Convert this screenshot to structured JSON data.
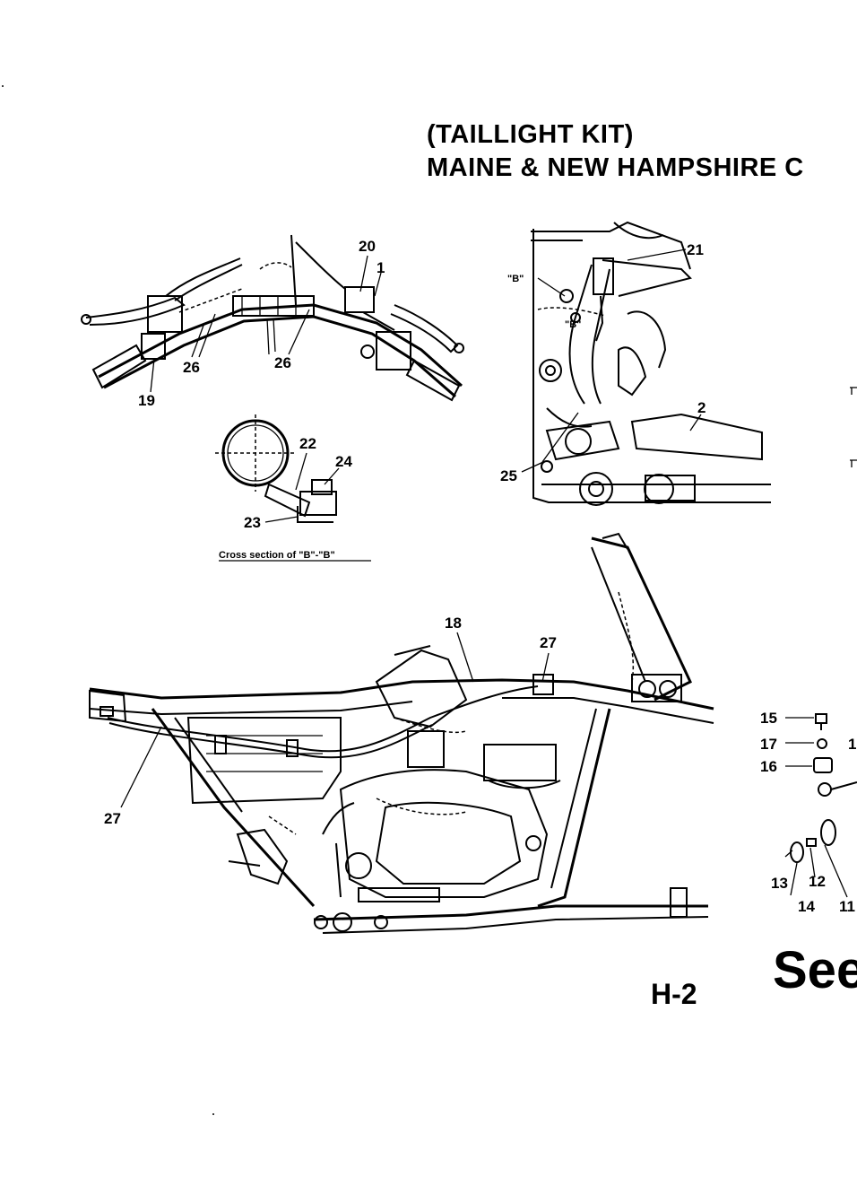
{
  "title_line1": "(TAILLIGHT KIT)",
  "title_line2": "MAINE & NEW HAMPSHIRE C",
  "cross_section_caption": "Cross section of \"B\"-\"B\"",
  "section_markers": {
    "b_upper": "\"B\"",
    "b_lower": "\"B\""
  },
  "page_code": "H-2",
  "see_text": "See",
  "callouts": {
    "c1": "1",
    "c2": "2",
    "c11": "11",
    "c12": "12",
    "c13": "13",
    "c14": "14",
    "c15": "15",
    "c16": "16",
    "c17": "17",
    "c17b": "1",
    "c18": "18",
    "c19": "19",
    "c20": "20",
    "c21": "21",
    "c22": "22",
    "c23": "23",
    "c24": "24",
    "c25": "25",
    "c26a": "26",
    "c26b": "26",
    "c27a": "27",
    "c27b": "27"
  }
}
